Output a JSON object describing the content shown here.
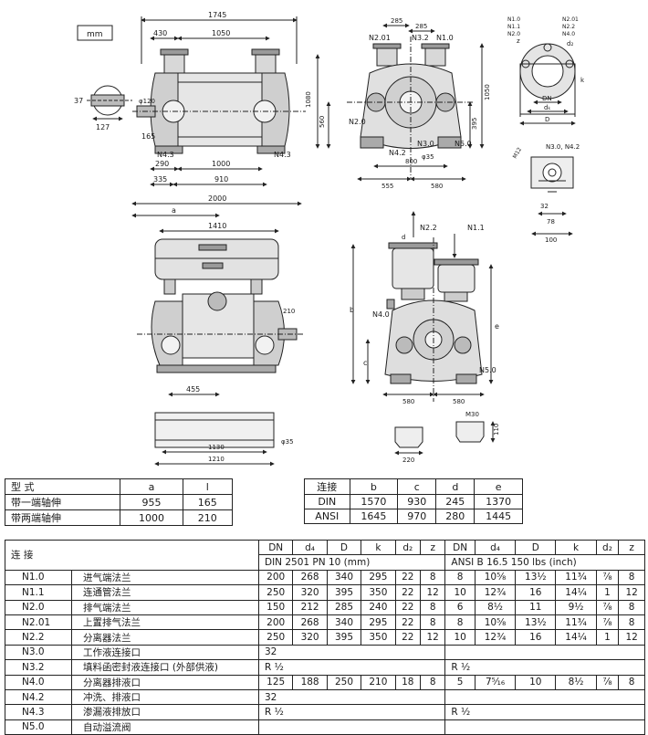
{
  "drawing": {
    "units_label": "mm",
    "dims": {
      "top_len": "1745",
      "top_430": "430",
      "top_1050": "1050",
      "d120": "φ120",
      "d37": "37",
      "d127": "127",
      "d165": "165",
      "d290": "290",
      "d1000": "1000",
      "d335": "335",
      "d910": "910",
      "n43a": "N4.3",
      "n43b": "N4.3",
      "front_285a": "285",
      "front_285b": "285",
      "front_1080": "1080",
      "front_1050": "1050",
      "front_560": "560",
      "front_395": "395",
      "front_800": "800",
      "front_555": "555",
      "front_580": "580",
      "front_phi35": "φ35",
      "side_2000": "2000",
      "side_a": "a",
      "side_1410": "1410",
      "side_210": "210",
      "side_455": "455",
      "foot_1130": "1130",
      "foot_1210": "1210",
      "foot_phi35": "φ35",
      "rear_b": "b",
      "rear_c": "c",
      "rear_e": "e",
      "rear_d": "d",
      "rear_580a": "580",
      "rear_580b": "580",
      "det_220": "220",
      "det_m30": "M30",
      "det_110": "110",
      "fl_dn": "DN",
      "fl_dk": "dₖ",
      "fl_D": "D",
      "fl_d2": "d₂",
      "fl_z": "z",
      "fl_k": "k",
      "sq_32": "32",
      "sq_78": "78",
      "sq_100": "100",
      "sq_m12": "M12"
    },
    "labels": {
      "n201": "N2.01",
      "n32": "N3.2",
      "n10": "N1.0",
      "n20": "N2.0",
      "n42": "N4.2",
      "n30": "N3.0",
      "n50": "N5.0",
      "n22": "N2.2",
      "n11": "N1.1",
      "n40": "N4.0",
      "n50b": "N5.0",
      "flange_n10": "N1.0",
      "flange_n11": "N1.1",
      "flange_n20": "N2.0",
      "flange_n201": "N2.01",
      "flange_n22": "N2.2",
      "flange_n40": "N4.0",
      "sq_label": "N3.0, N4.2"
    }
  },
  "table_a": {
    "header": [
      "型 式",
      "a",
      "l"
    ],
    "rows": [
      [
        "带一端轴伸",
        "955",
        "165"
      ],
      [
        "带两端轴伸",
        "1000",
        "210"
      ]
    ]
  },
  "table_b": {
    "header": [
      "连接",
      "b",
      "c",
      "d",
      "e"
    ],
    "rows": [
      [
        "DIN",
        "1570",
        "930",
        "245",
        "1370"
      ],
      [
        "ANSI",
        "1645",
        "970",
        "280",
        "1445"
      ]
    ]
  },
  "table_main": {
    "conn_label": "连 接",
    "din_cols": [
      "DN",
      "d₄",
      "D",
      "k",
      "d₂",
      "z"
    ],
    "ansi_cols": [
      "DN",
      "d₄",
      "D",
      "k",
      "d₂",
      "z"
    ],
    "din_std": "DIN 2501 PN 10 (mm)",
    "ansi_std": "ANSI B 16.5 150 lbs (inch)",
    "rows": [
      {
        "code": "N1.0",
        "name": "进气端法兰",
        "din": [
          "200",
          "268",
          "340",
          "295",
          "22",
          "8"
        ],
        "ansi": [
          "8",
          "10⁵⁄₈",
          "13¹⁄₂",
          "11³⁄₄",
          "⁷⁄₈",
          "8"
        ]
      },
      {
        "code": "N1.1",
        "name": "连通管法兰",
        "din": [
          "250",
          "320",
          "395",
          "350",
          "22",
          "12"
        ],
        "ansi": [
          "10",
          "12³⁄₄",
          "16",
          "14¹⁄₄",
          "1",
          "12"
        ]
      },
      {
        "code": "N2.0",
        "name": "排气端法兰",
        "din": [
          "150",
          "212",
          "285",
          "240",
          "22",
          "8"
        ],
        "ansi": [
          "6",
          "8¹⁄₂",
          "11",
          "9¹⁄₂",
          "⁷⁄₈",
          "8"
        ]
      },
      {
        "code": "N2.01",
        "name": "上置排气法兰",
        "din": [
          "200",
          "268",
          "340",
          "295",
          "22",
          "8"
        ],
        "ansi": [
          "8",
          "10⁵⁄₈",
          "13¹⁄₂",
          "11³⁄₄",
          "⁷⁄₈",
          "8"
        ]
      },
      {
        "code": "N2.2",
        "name": "分离器法兰",
        "din": [
          "250",
          "320",
          "395",
          "350",
          "22",
          "12"
        ],
        "ansi": [
          "10",
          "12³⁄₄",
          "16",
          "14¹⁄₄",
          "1",
          "12"
        ]
      },
      {
        "code": "N3.0",
        "name": "工作液连接口",
        "din_text": "32",
        "ansi_text": ""
      },
      {
        "code": "N3.2",
        "name": "填料函密封液连接口 (外部供液)",
        "din_text": "R ¹⁄₂",
        "ansi_text": "R ¹⁄₂"
      },
      {
        "code": "N4.0",
        "name": "分离器排液口",
        "din": [
          "125",
          "188",
          "250",
          "210",
          "18",
          "8"
        ],
        "ansi": [
          "5",
          "7⁵⁄₁₆",
          "10",
          "8¹⁄₂",
          "⁷⁄₈",
          "8"
        ]
      },
      {
        "code": "N4.2",
        "name": "冲洗、排液口",
        "din_text": "32",
        "ansi_text": ""
      },
      {
        "code": "N4.3",
        "name": "渗漏液排放口",
        "din_text": "R ¹⁄₂",
        "ansi_text": "R ¹⁄₂"
      },
      {
        "code": "N5.0",
        "name": "自动溢流阀",
        "din_text": "",
        "ansi_text": ""
      }
    ]
  }
}
